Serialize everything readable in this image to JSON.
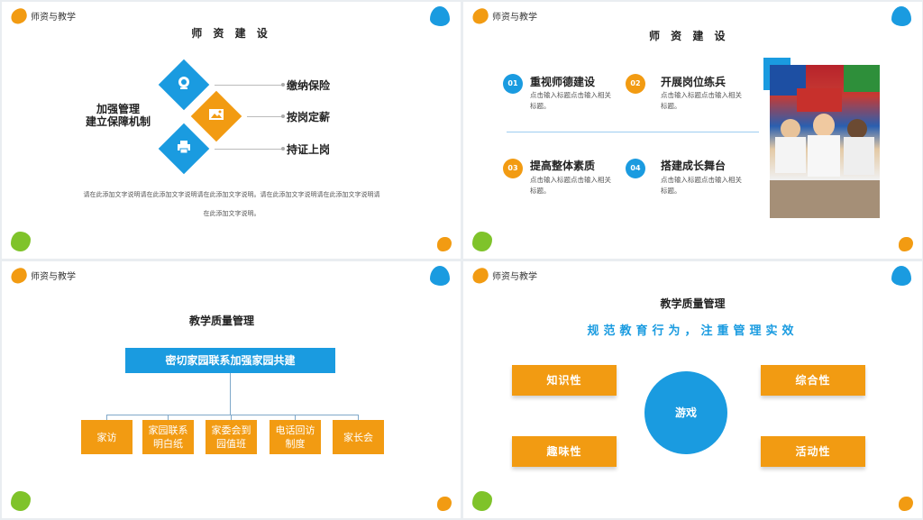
{
  "slide_tag": "师资与教学",
  "slide1": {
    "title": "师 资 建 设",
    "left_label": "加强管理建立保障机制",
    "left_line1": "加强管理",
    "left_line2": "建立保障机制",
    "items": [
      "缴纳保险",
      "按岗定薪",
      "持证上岗"
    ],
    "desc_line1": "请在此添加文字说明请在此添加文字说明请在此添加文字说明。请在此添加文字说明请在此添加文字说明请",
    "desc_line2": "在此添加文字说明。"
  },
  "slide2": {
    "title": "师 资 建 设",
    "items": [
      {
        "num": "01",
        "title": "重视师德建设",
        "desc": "点击输入标题点击输入相关标题。"
      },
      {
        "num": "02",
        "title": "开展岗位练兵",
        "desc": "点击输入标题点击输入相关标题。"
      },
      {
        "num": "03",
        "title": "提高整体素质",
        "desc": "点击输入标题点击输入相关标题。"
      },
      {
        "num": "04",
        "title": "搭建成长舞台",
        "desc": "点击输入标题点击输入相关标题。"
      }
    ]
  },
  "slide3": {
    "title": "教学质量管理",
    "top_box": "密切家园联系加强家园共建",
    "boxes": [
      "家访",
      "家园联系明白纸",
      "家委会到园值班",
      "电话回访制度",
      "家长会"
    ],
    "box_lines": [
      [
        "家访"
      ],
      [
        "家园联系",
        "明白纸"
      ],
      [
        "家委会到",
        "园值班"
      ],
      [
        "电话回访",
        "制度"
      ],
      [
        "家长会"
      ]
    ]
  },
  "slide4": {
    "title": "教学质量管理",
    "subtitle": "规范教育行为，注重管理实效",
    "center": "游戏",
    "boxes": [
      "知识性",
      "综合性",
      "趣味性",
      "活动性"
    ]
  },
  "colors": {
    "orange": "#f29b12",
    "blue": "#1a9be0",
    "green": "#7fc32a"
  },
  "icons": [
    "webcam-icon",
    "image-icon",
    "printer-icon"
  ]
}
